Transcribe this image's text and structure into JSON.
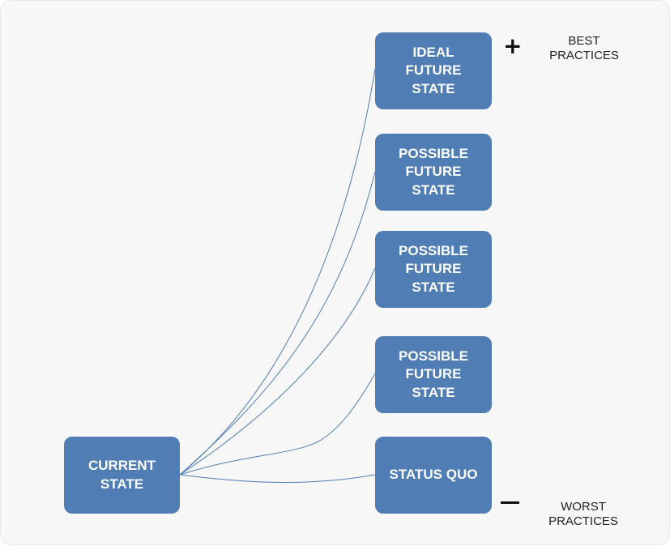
{
  "diagram": {
    "colors": {
      "box_fill": "#4f7db4",
      "box_text": "#ffffff",
      "connector": "#4f7db4",
      "background": "#f7f7f7"
    },
    "current_state": {
      "line1": "CURRENT",
      "line2": "STATE"
    },
    "future_states": [
      {
        "line1": "IDEAL",
        "line2": "FUTURE",
        "line3": "STATE"
      },
      {
        "line1": "POSSIBLE",
        "line2": "FUTURE",
        "line3": "STATE"
      },
      {
        "line1": "POSSIBLE",
        "line2": "FUTURE",
        "line3": "STATE"
      },
      {
        "line1": "POSSIBLE",
        "line2": "FUTURE",
        "line3": "STATE"
      }
    ],
    "status_quo": {
      "label": "STATUS QUO"
    },
    "best": {
      "sign": "+",
      "line1": "BEST",
      "line2": "PRACTICES"
    },
    "worst": {
      "sign": "−",
      "line1": "WORST",
      "line2": "PRACTICES"
    }
  }
}
